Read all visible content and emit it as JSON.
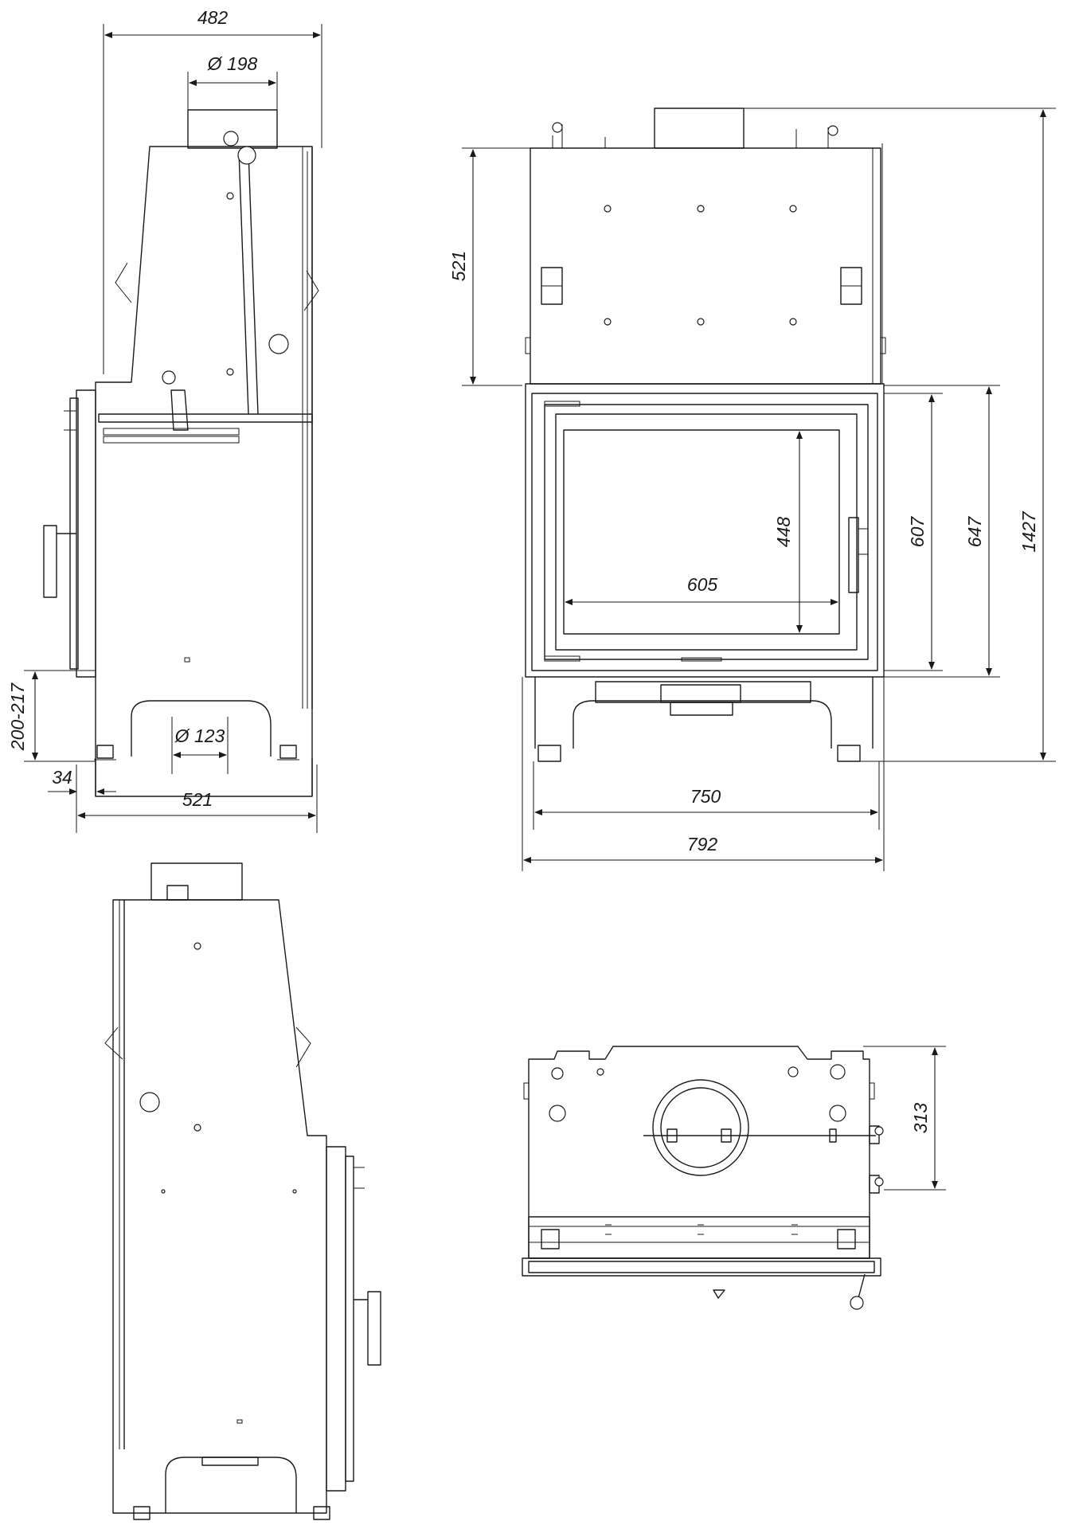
{
  "dimensions": {
    "side_width": "482",
    "flue_diameter": "Ø 198",
    "leg_height": "200-217",
    "leg_offset": "34",
    "air_inlet_diameter": "Ø 123",
    "side_depth": "521",
    "top_depth": "521",
    "glass_height": "448",
    "glass_width": "605",
    "door_height": "607",
    "front_height": "647",
    "total_height": "1427",
    "body_width": "750",
    "total_width": "792",
    "top_view_depth": "313"
  },
  "colors": {
    "line": "#1a1a1a",
    "background": "#ffffff"
  }
}
